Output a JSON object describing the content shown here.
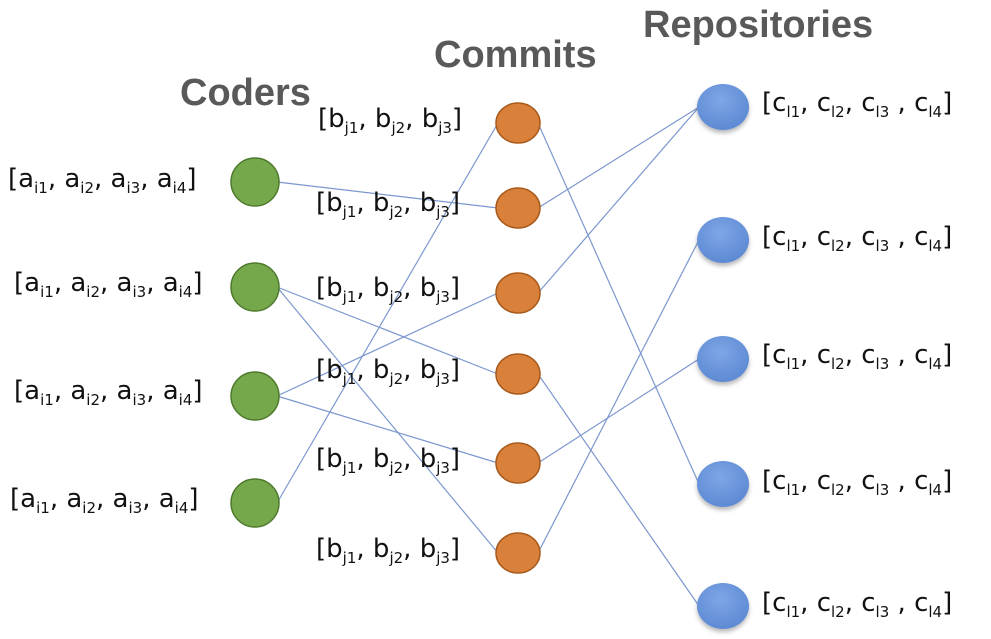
{
  "titles": {
    "coders": "Coders",
    "commits": "Commits",
    "repositories": "Repositories"
  },
  "colors": {
    "coder_fill": "#75a84a",
    "coder_stroke": "#4f7a2e",
    "commit_fill": "#d9803a",
    "commit_stroke": "#a85a1c",
    "repo_fill": "#6a96dc",
    "edge": "#7c97cf"
  },
  "coders": [
    {
      "id": "c1",
      "base": "a",
      "index": "i",
      "dims": [
        "1",
        "2",
        "3",
        "4"
      ]
    },
    {
      "id": "c2",
      "base": "a",
      "index": "i",
      "dims": [
        "1",
        "2",
        "3",
        "4"
      ]
    },
    {
      "id": "c3",
      "base": "a",
      "index": "i",
      "dims": [
        "1",
        "2",
        "3",
        "4"
      ]
    },
    {
      "id": "c4",
      "base": "a",
      "index": "i",
      "dims": [
        "1",
        "2",
        "3",
        "4"
      ]
    }
  ],
  "commits": [
    {
      "id": "m1",
      "base": "b",
      "index": "j",
      "dims": [
        "1",
        "2",
        "3"
      ]
    },
    {
      "id": "m2",
      "base": "b",
      "index": "j",
      "dims": [
        "1",
        "2",
        "3"
      ]
    },
    {
      "id": "m3",
      "base": "b",
      "index": "j",
      "dims": [
        "1",
        "2",
        "3"
      ]
    },
    {
      "id": "m4",
      "base": "b",
      "index": "j",
      "dims": [
        "1",
        "2",
        "3"
      ]
    },
    {
      "id": "m5",
      "base": "b",
      "index": "j",
      "dims": [
        "1",
        "2",
        "3"
      ]
    },
    {
      "id": "m6",
      "base": "b",
      "index": "j",
      "dims": [
        "1",
        "2",
        "3"
      ]
    }
  ],
  "repositories": [
    {
      "id": "r1",
      "base": "c",
      "index": "l",
      "dims": [
        "1",
        "2",
        "3",
        "4"
      ]
    },
    {
      "id": "r2",
      "base": "c",
      "index": "l",
      "dims": [
        "1",
        "2",
        "3",
        "4"
      ]
    },
    {
      "id": "r3",
      "base": "c",
      "index": "l",
      "dims": [
        "1",
        "2",
        "3",
        "4"
      ]
    },
    {
      "id": "r4",
      "base": "c",
      "index": "l",
      "dims": [
        "1",
        "2",
        "3",
        "4"
      ]
    },
    {
      "id": "r5",
      "base": "c",
      "index": "l",
      "dims": [
        "1",
        "2",
        "3",
        "4"
      ]
    }
  ],
  "edges": [
    [
      "c1",
      "m2"
    ],
    [
      "c2",
      "m4"
    ],
    [
      "c2",
      "m6"
    ],
    [
      "c3",
      "m3"
    ],
    [
      "c3",
      "m5"
    ],
    [
      "c4",
      "m1"
    ],
    [
      "m1",
      "r4"
    ],
    [
      "m2",
      "r1"
    ],
    [
      "m3",
      "r1"
    ],
    [
      "m4",
      "r5"
    ],
    [
      "m5",
      "r3"
    ],
    [
      "m6",
      "r2"
    ]
  ]
}
